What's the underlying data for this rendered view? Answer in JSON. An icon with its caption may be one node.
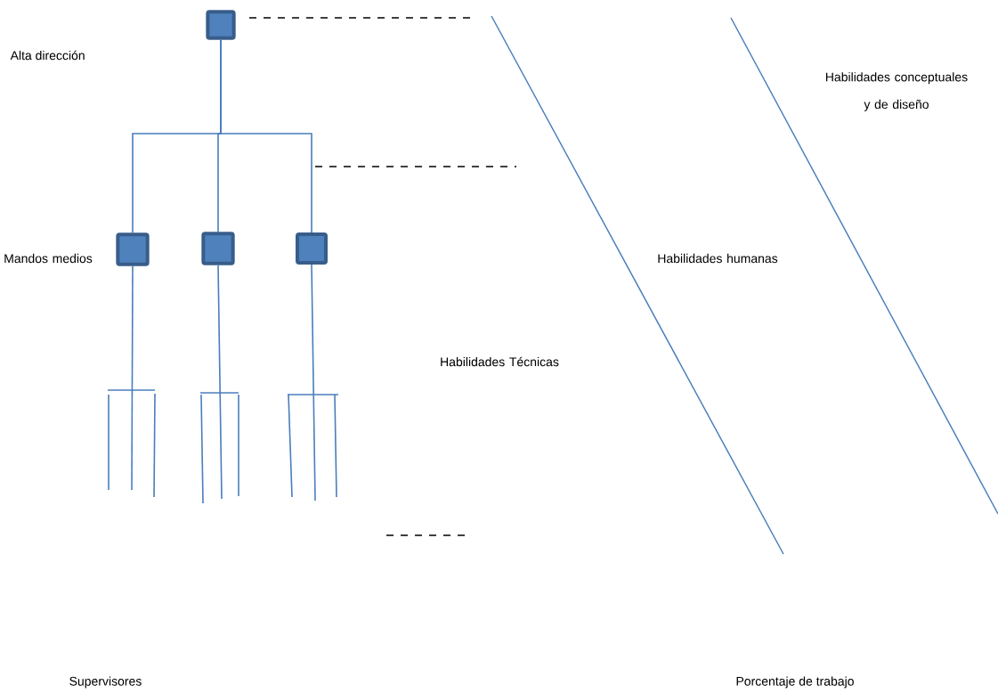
{
  "diagram": {
    "nodes": [
      {
        "text": [],
        "shape": "box"
      },
      {
        "text": [],
        "shape": "box"
      },
      {
        "text": [],
        "shape": "box"
      },
      {
        "text": [],
        "shape": "box"
      }
    ],
    "edges": [
      {
        "from": 0,
        "to": 1,
        "arrow": "none"
      },
      {
        "from": 0,
        "to": 2,
        "arrow": "none"
      },
      {
        "from": 0,
        "to": 3,
        "arrow": "none"
      }
    ],
    "labels": [
      "Alta dirección",
      "Habilidades conceptuales y de diseño",
      "Mandos medios",
      "Habilidades humanas",
      "Habilidades Técnicas",
      "Supervisores",
      "Porcentaje de trabajo"
    ]
  }
}
